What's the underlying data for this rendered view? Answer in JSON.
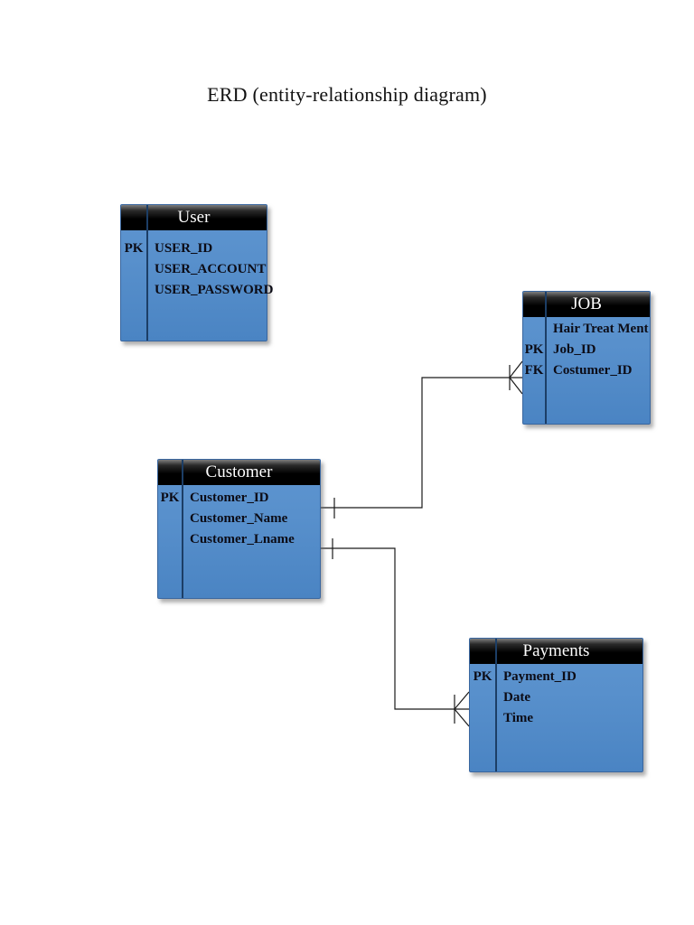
{
  "page": {
    "title": "ERD (entity-relationship diagram)"
  },
  "diagram": {
    "entities": [
      {
        "id": "user",
        "title": "User",
        "rows": [
          {
            "key": "PK",
            "name": "USER_ID"
          },
          {
            "key": "",
            "name": "USER_ACCOUNT"
          },
          {
            "key": "",
            "name": "USER_PASSWORD"
          }
        ]
      },
      {
        "id": "job",
        "title": "JOB",
        "rows": [
          {
            "key": "",
            "name": "Hair Treat Ment"
          },
          {
            "key": "PK",
            "name": "Job_ID"
          },
          {
            "key": "FK",
            "name": "Costumer_ID"
          }
        ]
      },
      {
        "id": "customer",
        "title": "Customer",
        "rows": [
          {
            "key": "PK",
            "name": "Customer_ID"
          },
          {
            "key": "",
            "name": "Customer_Name"
          },
          {
            "key": "",
            "name": "Customer_Lname"
          }
        ]
      },
      {
        "id": "payments",
        "title": "Payments",
        "rows": [
          {
            "key": "PK",
            "name": "Payment_ID"
          },
          {
            "key": "",
            "name": "Date"
          },
          {
            "key": "",
            "name": "Time"
          }
        ]
      }
    ],
    "relationships": [
      {
        "from": "Customer",
        "to": "JOB",
        "from_cardinality": "one",
        "to_cardinality": "one-or-many"
      },
      {
        "from": "Customer",
        "to": "Payments",
        "from_cardinality": "one",
        "to_cardinality": "one-or-many"
      }
    ],
    "colors": {
      "entity_body_top": "#5e95d0",
      "entity_body_bottom": "#4a84c3",
      "entity_header": "#000000",
      "entity_header_text": "#ffffff",
      "key_divider": "#1c3e66",
      "field_text": "#0c0c16",
      "connector": "#1a1a1a",
      "page_background": "#ffffff"
    }
  }
}
